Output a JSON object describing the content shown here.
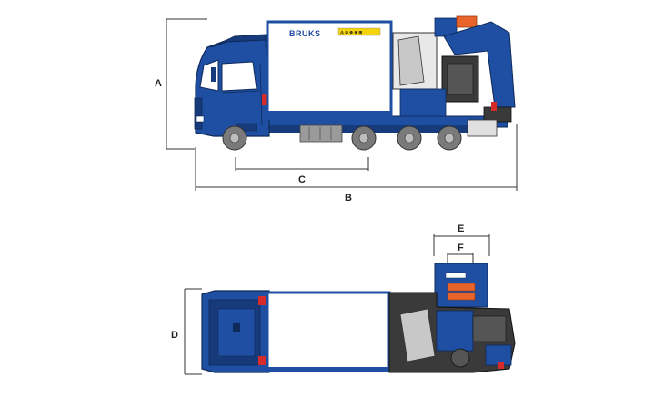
{
  "diagram": {
    "brand_text": "BRUKS",
    "warning_text": "⚠ ⊘ ⊕ ⊗ ⊞",
    "dimension_labels": {
      "a": "A",
      "b": "B",
      "c": "C",
      "d": "D",
      "e": "E",
      "f": "F"
    },
    "colors": {
      "body_blue": "#1f4fa3",
      "dark_blue": "#173a7a",
      "orange": "#e8642a",
      "red_light": "#d62b2b",
      "tire": "#7a7a7a",
      "machine_grey": "#3a3a3a"
    }
  }
}
